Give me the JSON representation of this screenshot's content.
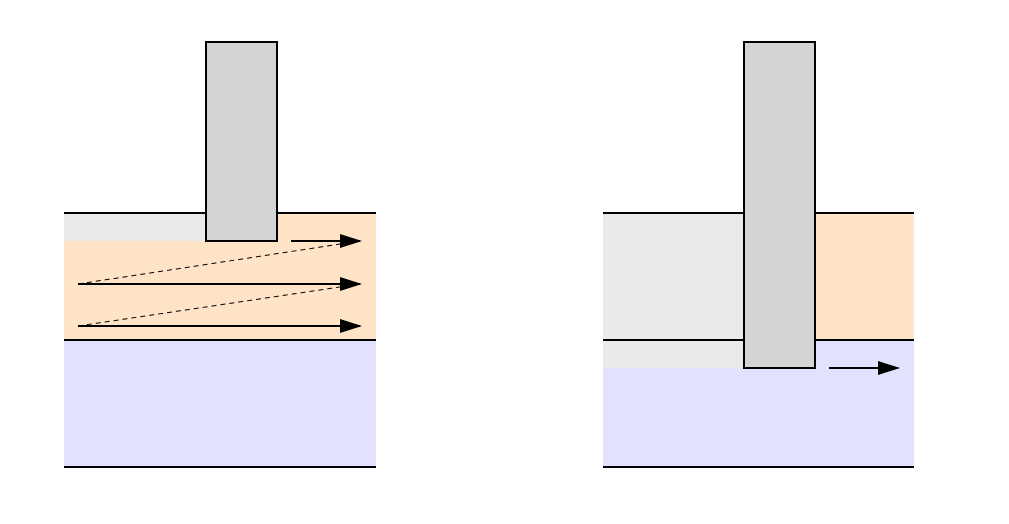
{
  "diagram": {
    "colors": {
      "background": "#ffffff",
      "upper_layer": "#ffe3c6",
      "lower_layer": "#e2e2fe",
      "removed_zone": "#eaeaea",
      "tool": "#d4d4d4",
      "line": "#000000"
    },
    "panels": [
      {
        "name": "left-panel",
        "description_visible": false,
        "tool_penetration": "upper-layer-only",
        "passes": 3,
        "zigzag_path": true
      },
      {
        "name": "right-panel",
        "description_visible": false,
        "tool_penetration": "through-upper-into-lower-layer",
        "passes": 1,
        "zigzag_path": false
      }
    ]
  }
}
